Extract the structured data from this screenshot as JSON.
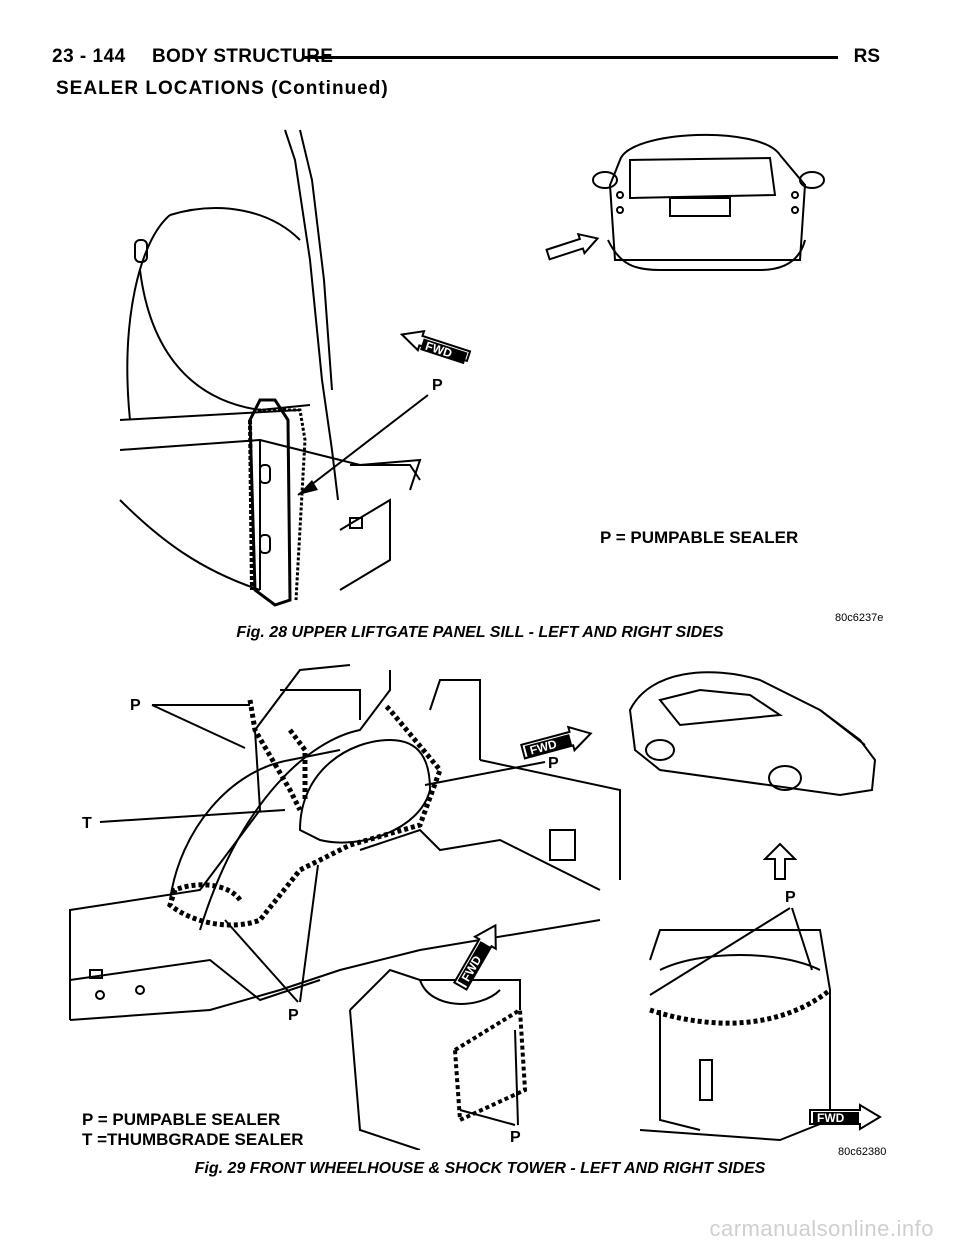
{
  "header": {
    "page_number": "23 - 144",
    "section": "BODY STRUCTURE",
    "code": "RS"
  },
  "subheading": "SEALER LOCATIONS (Continued)",
  "figure28": {
    "caption": "Fig. 28 UPPER LIFTGATE PANEL SILL - LEFT AND RIGHT SIDES",
    "legend": "P = PUMPABLE SEALER",
    "image_code": "80c6237e",
    "callout_p": "P",
    "fwd_label": "FWD"
  },
  "figure29": {
    "caption": "Fig. 29 FRONT WHEELHOUSE & SHOCK TOWER - LEFT AND RIGHT SIDES",
    "legend_line1": "P = PUMPABLE SEALER",
    "legend_line2": "T =THUMBGRADE SEALER",
    "image_code": "80c62380",
    "callout_p": "P",
    "callout_t": "T",
    "fwd_label": "FWD"
  },
  "watermark": "carmanualsonline.info"
}
